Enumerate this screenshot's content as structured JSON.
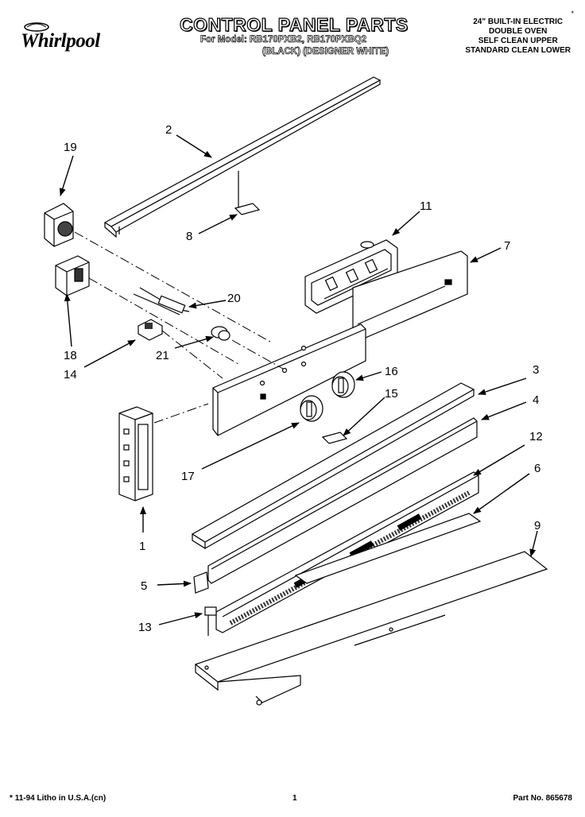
{
  "header": {
    "brand": "Whirlpool",
    "title": "CONTROL PANEL PARTS",
    "model_line": "For Model: RB170PXB2, RB170PXBQ2",
    "color_line": "(BLACK)  (DESIGNER WHITE)",
    "description": [
      "24\" BUILT-IN ELECTRIC",
      "DOUBLE OVEN",
      "SELF CLEAN UPPER",
      "STANDARD CLEAN LOWER"
    ],
    "corner_mark": "*"
  },
  "callouts": [
    {
      "id": "c1",
      "label": "1"
    },
    {
      "id": "c2",
      "label": "2"
    },
    {
      "id": "c3",
      "label": "3"
    },
    {
      "id": "c4",
      "label": "4"
    },
    {
      "id": "c5",
      "label": "5"
    },
    {
      "id": "c6",
      "label": "6"
    },
    {
      "id": "c7",
      "label": "7"
    },
    {
      "id": "c8",
      "label": "8"
    },
    {
      "id": "c9",
      "label": "9"
    },
    {
      "id": "c11",
      "label": "11"
    },
    {
      "id": "c12",
      "label": "12"
    },
    {
      "id": "c13",
      "label": "13"
    },
    {
      "id": "c14",
      "label": "14"
    },
    {
      "id": "c15",
      "label": "15"
    },
    {
      "id": "c16",
      "label": "16"
    },
    {
      "id": "c17",
      "label": "17"
    },
    {
      "id": "c18",
      "label": "18"
    },
    {
      "id": "c19",
      "label": "19"
    },
    {
      "id": "c20",
      "label": "20"
    },
    {
      "id": "c21",
      "label": "21"
    }
  ],
  "footer": {
    "litho": "11-94 Litho in U.S.A.(cn)",
    "litho_mark": "*",
    "page": "1",
    "part_no": "Part No. 865678"
  }
}
